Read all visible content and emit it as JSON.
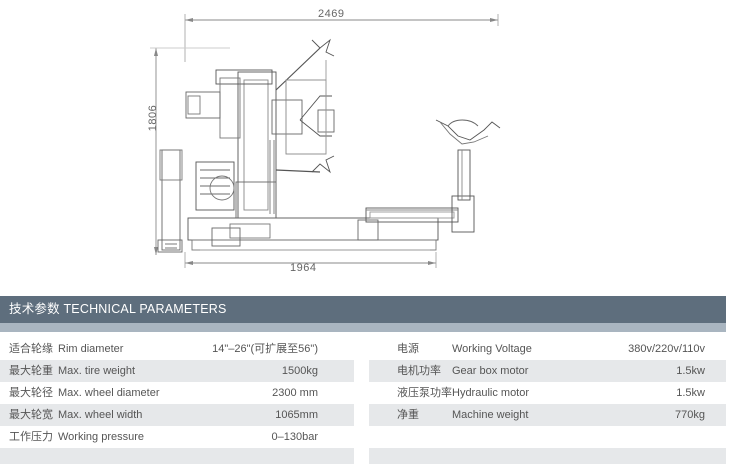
{
  "drawing": {
    "dimensions": {
      "top_width": "2469",
      "bottom_width": "1964",
      "height": "1806"
    }
  },
  "section": {
    "title": "技术参数 TECHNICAL PARAMETERS"
  },
  "colors": {
    "header_bg": "#5e6e7d",
    "strip_bg": "#a9b5c0",
    "row_shade": "#e6e8ea"
  },
  "params_left": [
    {
      "zh": "适合轮缘",
      "en": "Rim diameter",
      "value": "14\"–26\"(可扩展至56\")"
    },
    {
      "zh": "最大轮重",
      "en": "Max. tire weight",
      "value": "1500kg"
    },
    {
      "zh": "最大轮径",
      "en": "Max. wheel diameter",
      "value": "2300 mm"
    },
    {
      "zh": "最大轮宽",
      "en": "Max. wheel width",
      "value": "1065mm"
    },
    {
      "zh": "工作压力",
      "en": "Working pressure",
      "value": "0–130bar"
    }
  ],
  "params_right": [
    {
      "zh": "电源",
      "en": "Working Voltage",
      "value": "380v/220v/110v"
    },
    {
      "zh": "电机功率",
      "en": "Gear box motor",
      "value": "1.5kw"
    },
    {
      "zh": "液压泵功率",
      "en": "Hydraulic motor",
      "value": "1.5kw"
    },
    {
      "zh": "净重",
      "en": "Machine  weight",
      "value": "770kg"
    }
  ]
}
